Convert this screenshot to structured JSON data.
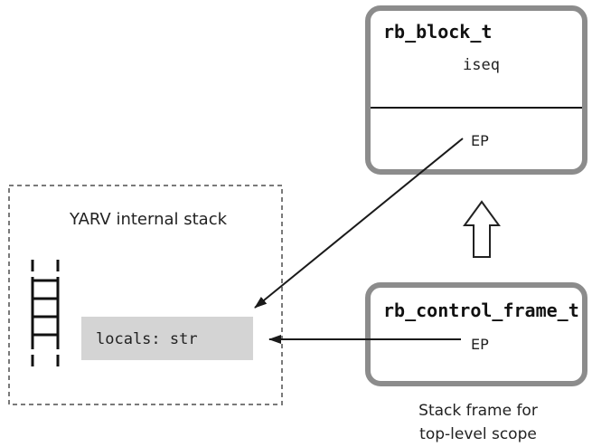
{
  "stack": {
    "title": "YARV internal stack",
    "locals_label": "locals: str"
  },
  "block": {
    "type_name": "rb_block_t",
    "field_iseq": "iseq",
    "field_ep": "EP"
  },
  "control_frame": {
    "type_name": "rb_control_frame_t",
    "field_ep": "EP",
    "caption_line1": "Stack frame for",
    "caption_line2": "top-level scope"
  },
  "colors": {
    "box_border": "#8c8c8c",
    "locals_fill": "#d4d4d4",
    "dashed_border": "#7a7a7a",
    "line": "#1a1a1a"
  }
}
